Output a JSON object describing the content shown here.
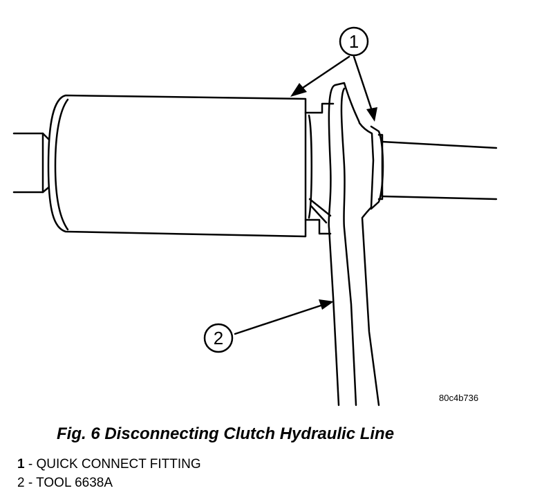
{
  "figure": {
    "code": "80c4b736",
    "callouts": [
      {
        "num": "1"
      },
      {
        "num": "2"
      }
    ]
  },
  "caption": "Fig. 6 Disconnecting Clutch Hydraulic Line",
  "legend": [
    {
      "num": "1",
      "text": "QUICK CONNECT FITTING"
    },
    {
      "num": "2",
      "text": "TOOL 6638A"
    }
  ]
}
